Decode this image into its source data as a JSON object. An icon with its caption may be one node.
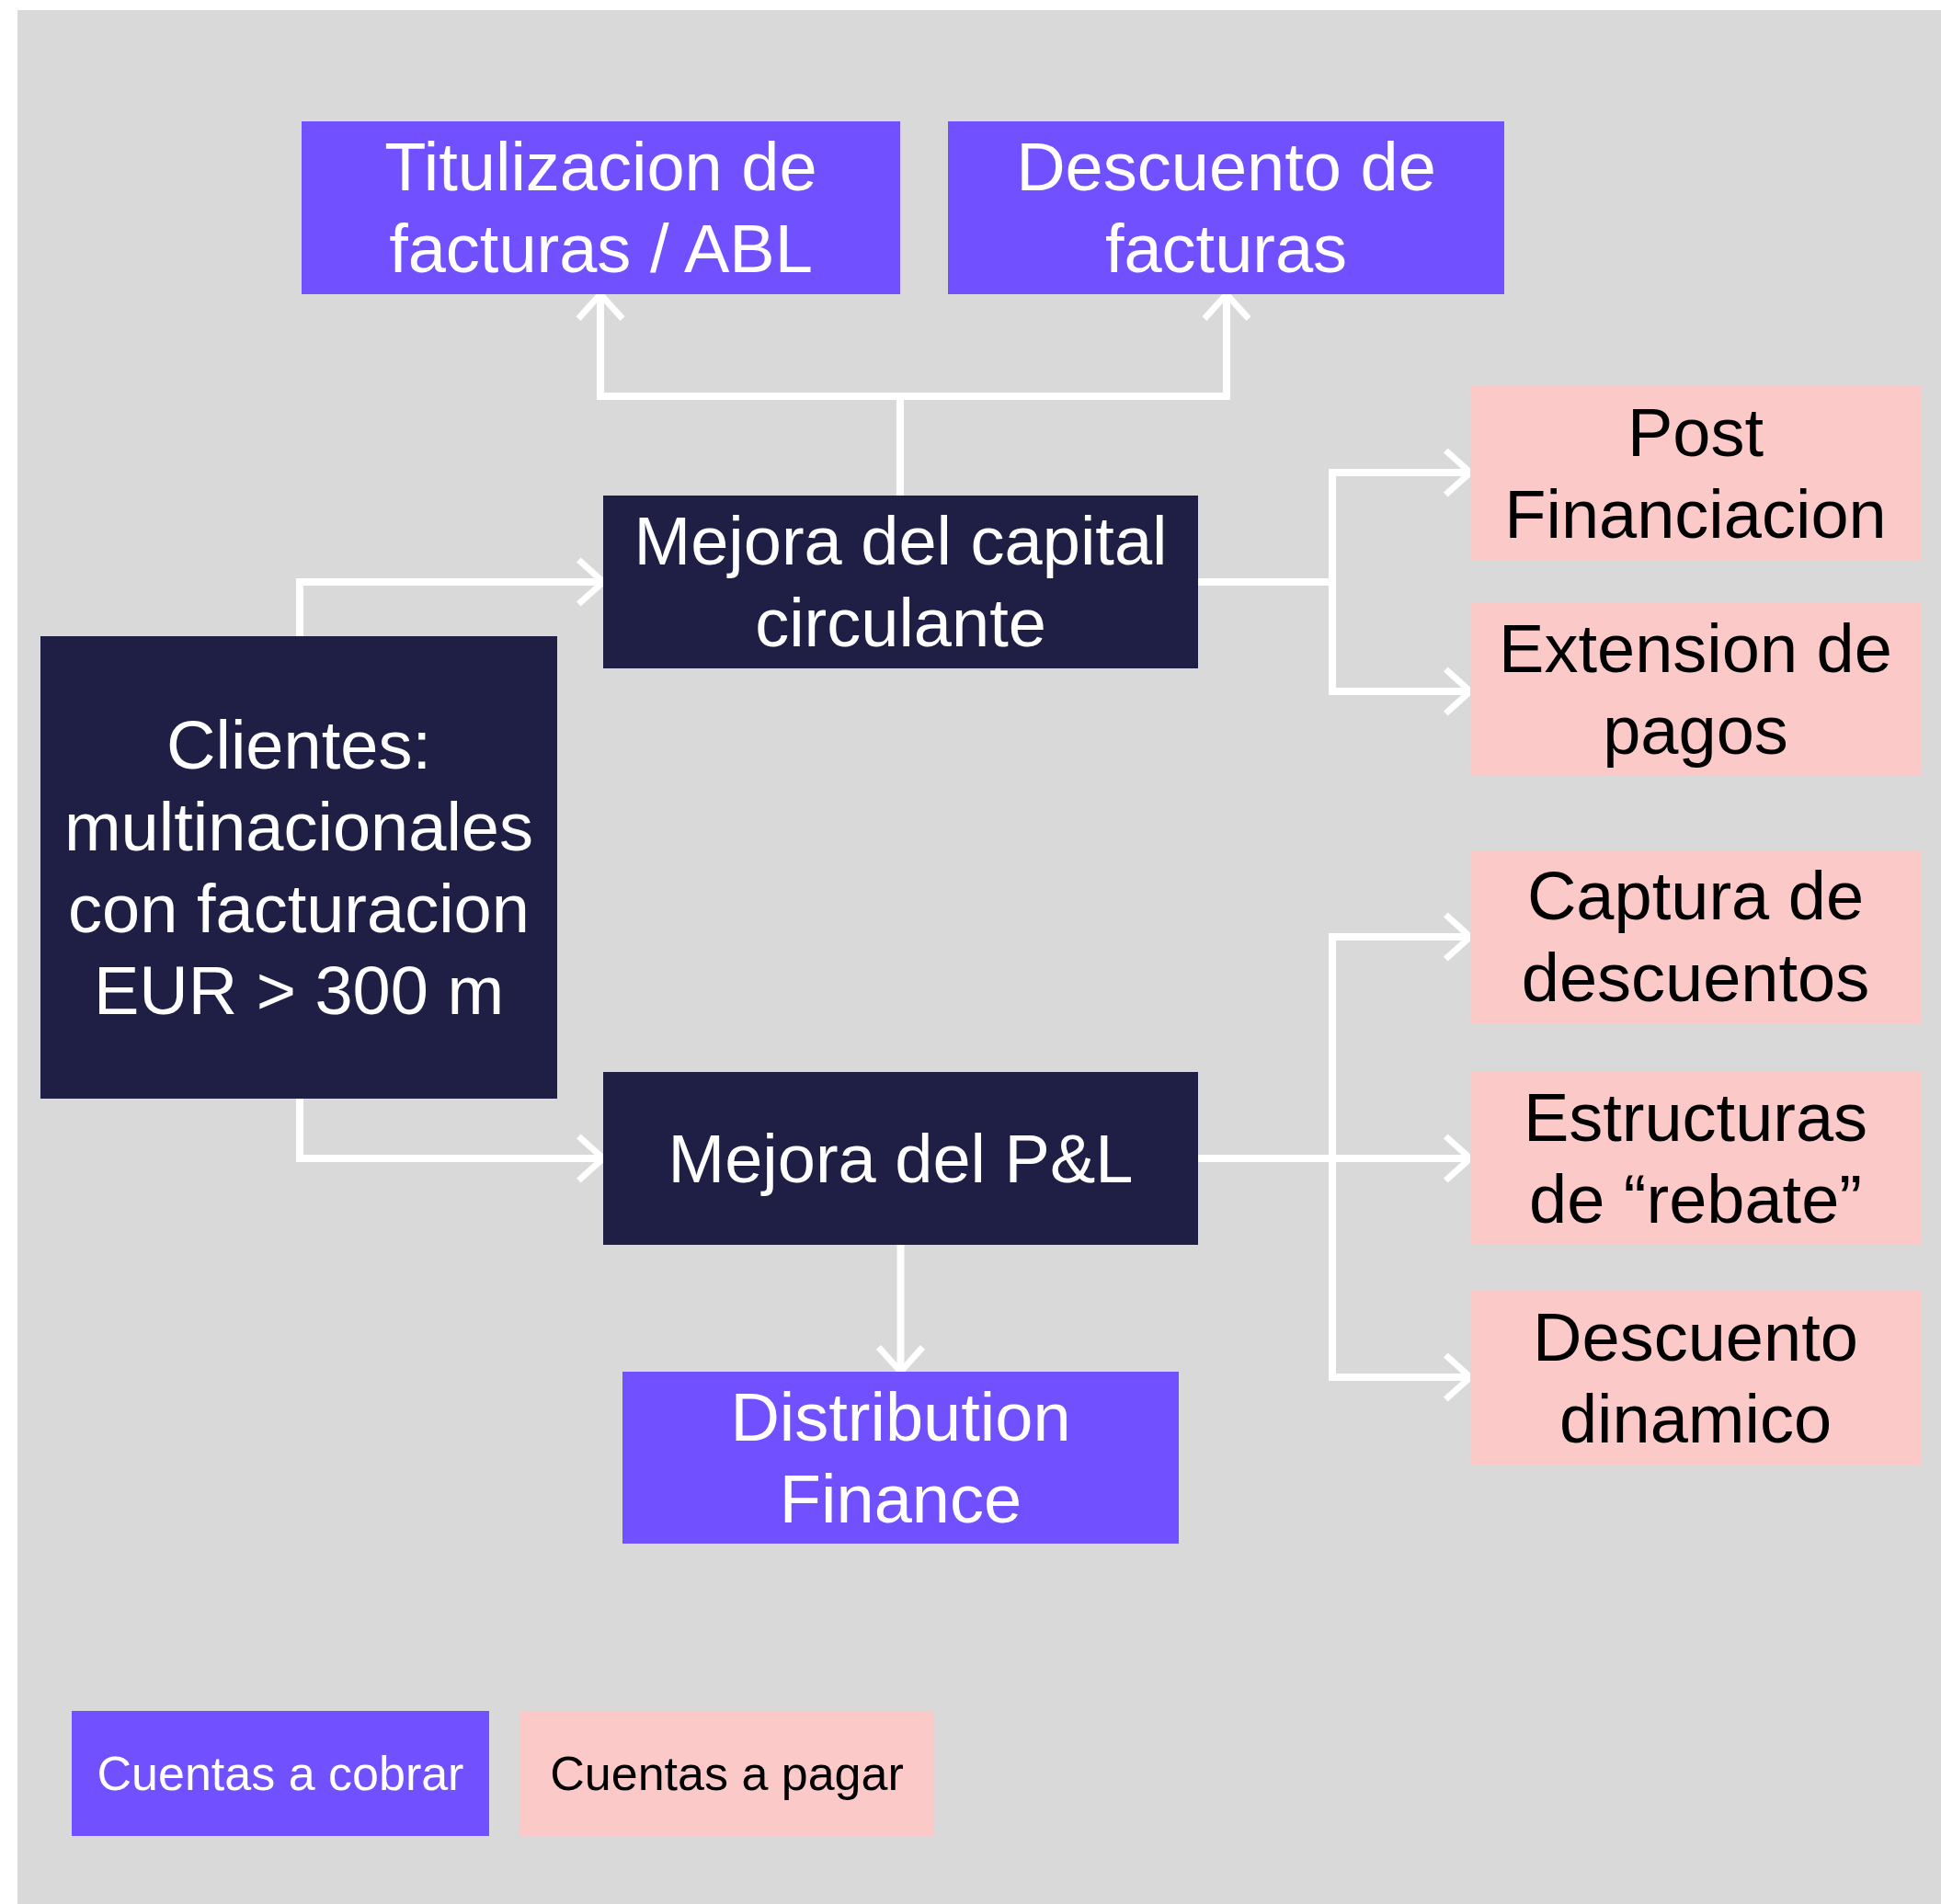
{
  "diagram": {
    "nodes": [
      {
        "text": [
          "Titulizacion de facturas / ABL"
        ]
      },
      {
        "text": [
          "Descuento de facturas"
        ]
      },
      {
        "text": [
          "Post Financiacion"
        ]
      },
      {
        "text": [
          "Mejora del capital circulante"
        ]
      },
      {
        "text": [
          "Extension de pagos"
        ]
      },
      {
        "text": [
          "Clientes: multinacionales con facturacion EUR > 300 m"
        ]
      },
      {
        "text": [
          "Captura de descuentos"
        ]
      },
      {
        "text": [
          "Mejora del P&L"
        ]
      },
      {
        "text": [
          "Estructuras de “rebate”"
        ]
      },
      {
        "text": [
          "Descuento dinamico"
        ]
      },
      {
        "text": [
          "Distribution Finance"
        ]
      }
    ],
    "edges": [
      {
        "from": 3,
        "to": 0,
        "arrow": "to"
      },
      {
        "from": 3,
        "to": 1,
        "arrow": "to"
      },
      {
        "from": 5,
        "to": 3,
        "arrow": "to"
      },
      {
        "from": 3,
        "to": 2,
        "arrow": "to"
      },
      {
        "from": 3,
        "to": 4,
        "arrow": "to"
      },
      {
        "from": 5,
        "to": 7,
        "arrow": "to"
      },
      {
        "from": 7,
        "to": 6,
        "arrow": "to"
      },
      {
        "from": 7,
        "to": 8,
        "arrow": "to"
      },
      {
        "from": 7,
        "to": 9,
        "arrow": "to"
      },
      {
        "from": 7,
        "to": 10,
        "arrow": "to"
      }
    ],
    "legend": [
      {
        "text": "Cuentas a cobrar",
        "color": "#7050ff"
      },
      {
        "text": "Cuentas a pagar",
        "color": "#fbc9c7"
      }
    ]
  }
}
